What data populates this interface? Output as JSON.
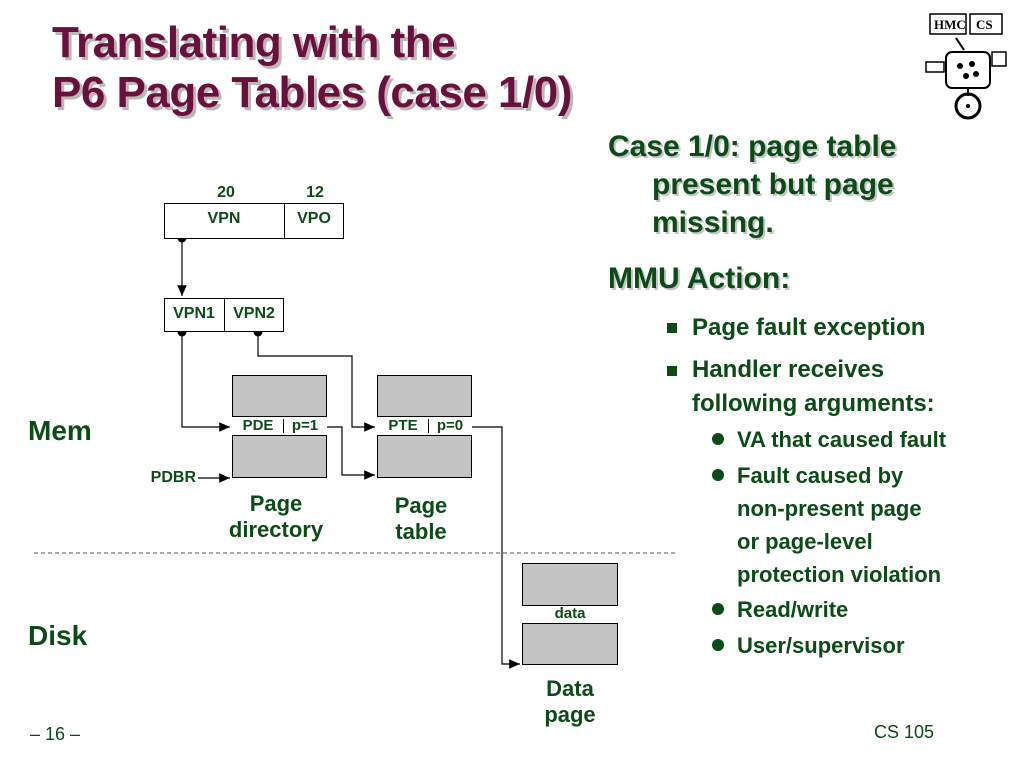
{
  "title": {
    "line1": "Translating with the",
    "line2": "P6 Page Tables (case 1/0)"
  },
  "logo": {
    "text_hmc": "HMC",
    "text_cs": "CS"
  },
  "right": {
    "case_line1": "Case 1/0: page table",
    "case_line2": "present but page",
    "case_line3": "missing.",
    "mmu_heading": "MMU Action:",
    "bullets": [
      "Page fault exception",
      "Handler receives",
      "following arguments:"
    ],
    "sub_bullets": [
      {
        "lines": [
          "VA that caused fault"
        ]
      },
      {
        "lines": [
          "Fault caused by",
          "non-present page",
          "or page-level",
          "protection violation"
        ]
      },
      {
        "lines": [
          "Read/write"
        ]
      },
      {
        "lines": [
          "User/supervisor"
        ]
      }
    ]
  },
  "diagram": {
    "bits_vpn": "20",
    "bits_vpo": "12",
    "vpn": "VPN",
    "vpo": "VPO",
    "vpn1": "VPN1",
    "vpn2": "VPN2",
    "pde": "PDE",
    "pde_p": "p=1",
    "pte": "PTE",
    "pte_p": "p=0",
    "pdbr": "PDBR",
    "page_directory_1": "Page",
    "page_directory_2": "directory",
    "page_table_1": "Page",
    "page_table_2": "table",
    "data": "data",
    "data_page_1": "Data",
    "data_page_2": "page",
    "mem": "Mem",
    "disk": "Disk"
  },
  "footer": {
    "page": "– 16 –",
    "course": "CS 105"
  },
  "colors": {
    "title": "#6b0f3f",
    "text": "#0a4b16",
    "table_fill": "#c4c4c4"
  }
}
